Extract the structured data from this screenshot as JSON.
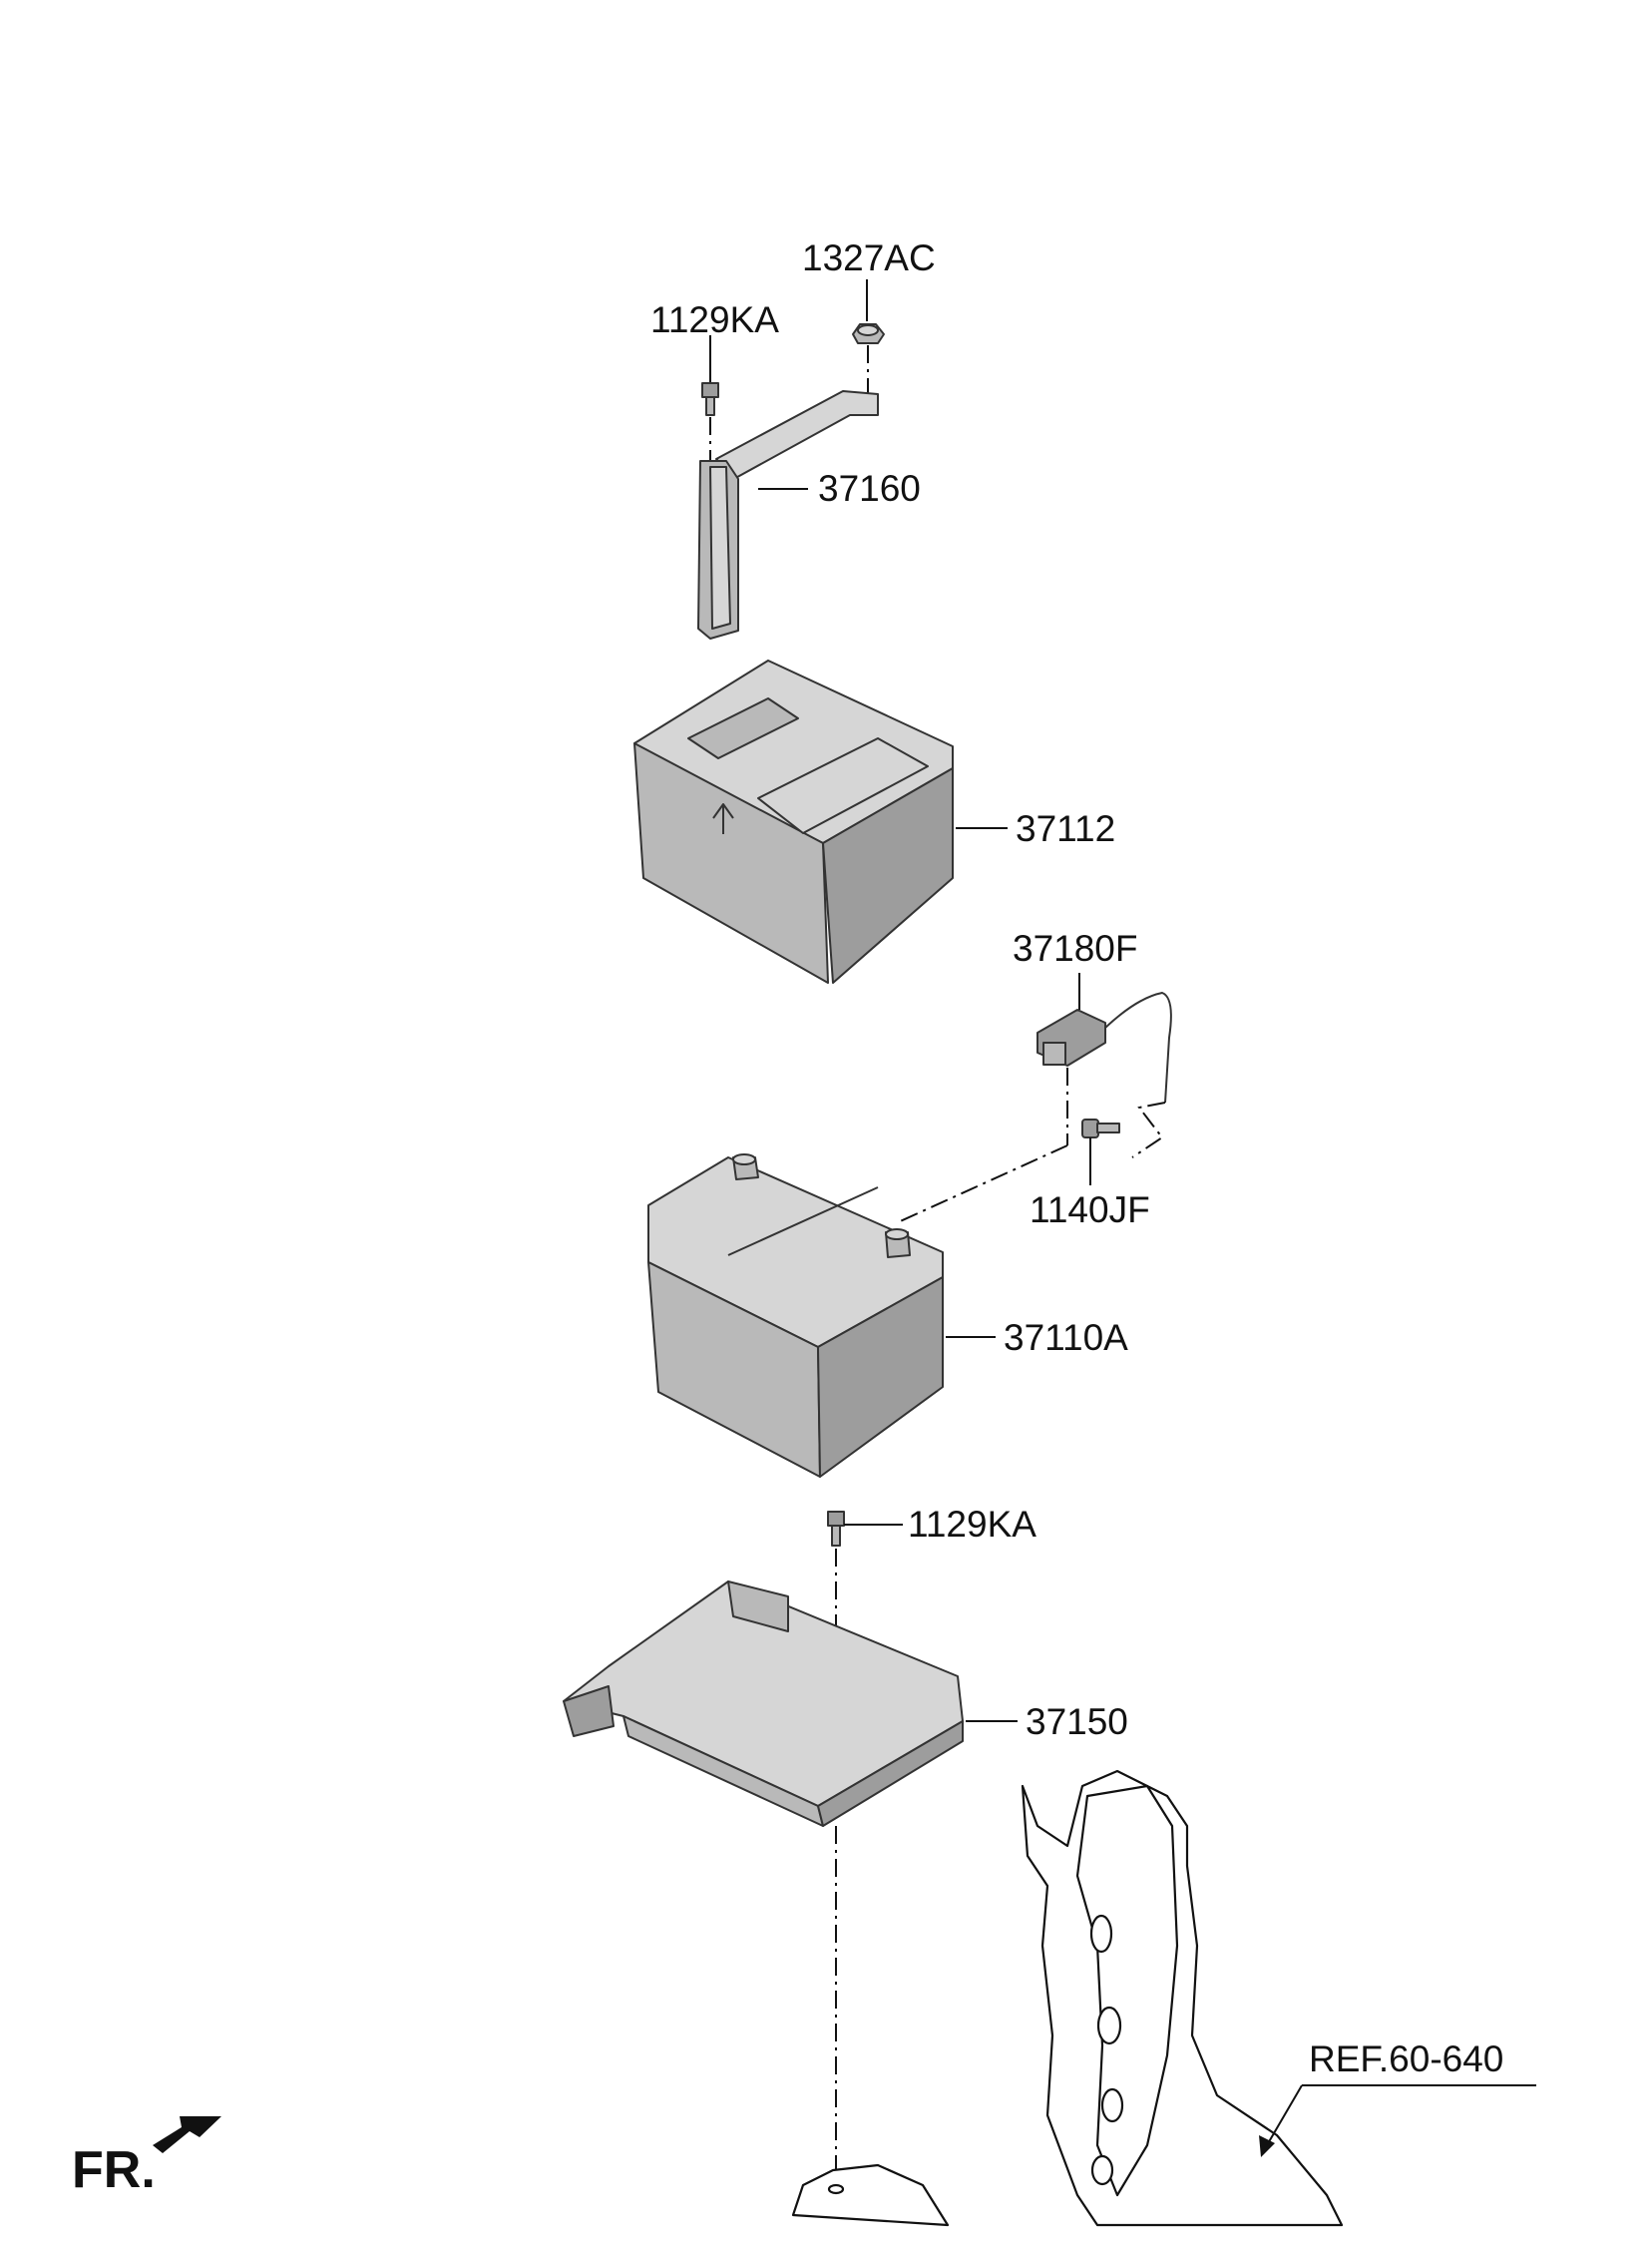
{
  "labels": {
    "nut_1327AC": "1327AC",
    "bolt_1129KA_top": "1129KA",
    "bracket_37160": "37160",
    "cover_37112": "37112",
    "sensor_37180F": "37180F",
    "bolt_1140JF": "1140JF",
    "battery_37110A": "37110A",
    "bolt_1129KA_bottom": "1129KA",
    "tray_37150": "37150",
    "ref_60_640": "REF.60-640",
    "front_indicator": "FR."
  },
  "icons": {
    "front_arrow": "arrow-icon"
  }
}
